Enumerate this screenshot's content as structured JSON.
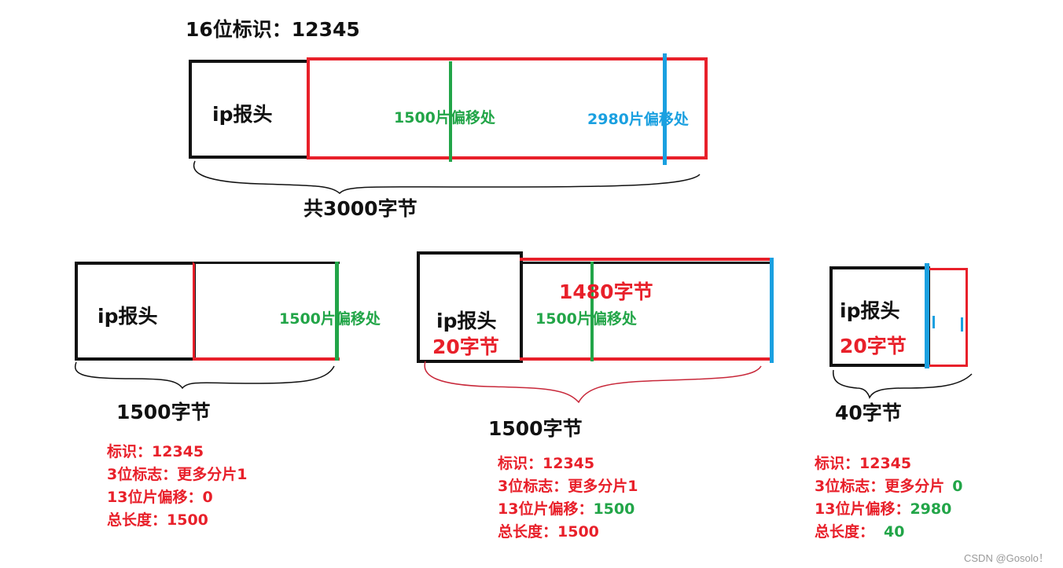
{
  "title": "16位标识：12345",
  "original": {
    "header_label": "ip报头",
    "mark_1500": "1500片偏移处",
    "mark_2980": "2980片偏移处",
    "total": "共3000字节"
  },
  "frag1": {
    "header_label": "ip报头",
    "mark": "1500片偏移处",
    "size": "1500字节",
    "info": [
      "标识：12345",
      "3位标志：更多分片1",
      "13位片偏移：0",
      "总长度：1500"
    ]
  },
  "frag2": {
    "header_label": "ip报头",
    "header_size": "20字节",
    "payload_size": "1480字节",
    "mark": "1500片偏移处",
    "size": "1500字节",
    "info_labels": [
      "标识：12345",
      "3位标志：更多分片1",
      "13位片偏移：",
      "总长度：1500"
    ],
    "offset_value": "1500"
  },
  "frag3": {
    "header_label": "ip报头",
    "header_size": "20字节",
    "size": "40字节",
    "info_labels": [
      "标识：12345",
      "3位标志：更多分片",
      "13位片偏移：",
      "总长度："
    ],
    "more_fragments_value": "0",
    "offset_value": "2980",
    "length_value": "40"
  },
  "watermark": "CSDN @Gosolo！",
  "colors": {
    "black": "#111111",
    "red": "#e8202a",
    "green": "#22a548",
    "blue": "#1aa0e0"
  }
}
